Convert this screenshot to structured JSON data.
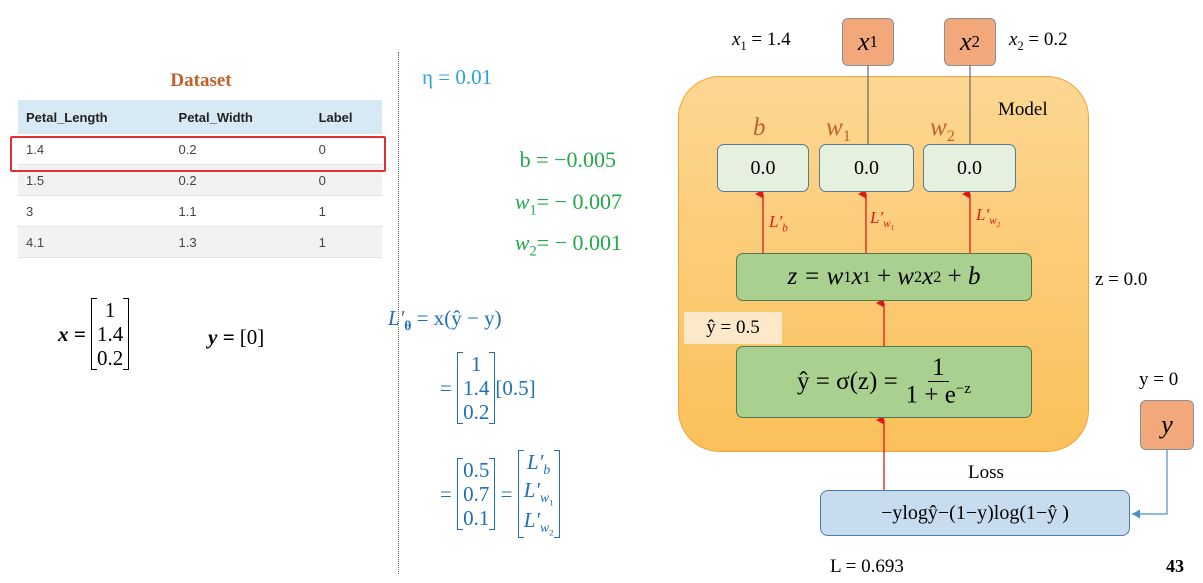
{
  "dataset": {
    "title": "Dataset",
    "columns": [
      "Petal_Length",
      "Petal_Width",
      "Label"
    ],
    "rows": [
      [
        "1.4",
        "0.2",
        "0"
      ],
      [
        "1.5",
        "0.2",
        "0"
      ],
      [
        "3",
        "1.1",
        "1"
      ],
      [
        "4.1",
        "1.3",
        "1"
      ]
    ],
    "highlighted_row": 0
  },
  "vectors": {
    "x_lhs": "x =",
    "x_values": [
      "1",
      "1.4",
      "0.2"
    ],
    "y_lhs": "y =",
    "y_value": "[0]"
  },
  "hyper": {
    "eta": "η = 0.01"
  },
  "params": {
    "b": "b = −0.005",
    "w1_lhs": "w",
    "w1_rhs": "= − 0.007",
    "w2_lhs": "w",
    "w2_rhs": "= − 0.001"
  },
  "gradient": {
    "lhs": "L′",
    "rhs": "= x(ŷ − y)",
    "eq": "=",
    "col1": [
      "1",
      "1.4",
      "0.2"
    ],
    "factor": "[0.5]",
    "col2": [
      "0.5",
      "0.7",
      "0.1"
    ],
    "col3": [
      "L′",
      "L′",
      "L′"
    ]
  },
  "model": {
    "label": "Model",
    "inputs": {
      "x1": "x",
      "x2": "x",
      "x1_value": "= 1.4",
      "x2_value": "= 0.2"
    },
    "param_names": [
      "b",
      "w",
      "w"
    ],
    "param_values": [
      "0.0",
      "0.0",
      "0.0"
    ],
    "grad_labels": [
      "L′",
      "L′",
      "L′"
    ],
    "z_eq": "z = w",
    "z_value": "z = 0.0",
    "yhat_value": "ŷ = 0.5",
    "sigmoid_lhs": "ŷ = σ(z) =",
    "sigmoid_num": "1",
    "sigmoid_den": "1 + e",
    "sigmoid_exp": "−z",
    "y_box": "y",
    "y_value": "y = 0",
    "loss_title": "Loss",
    "loss_expr": "−ylogŷ−(1−y)log(1−ŷ )",
    "loss_value": "L = 0.693"
  },
  "page_number": "43",
  "colors": {
    "eta": "#2ba3d9",
    "params": "#22a84a",
    "gradient": "#1f6fb8",
    "param_names": "#c0612b",
    "arrows": "#e01818",
    "panel": "#fbc05a"
  }
}
